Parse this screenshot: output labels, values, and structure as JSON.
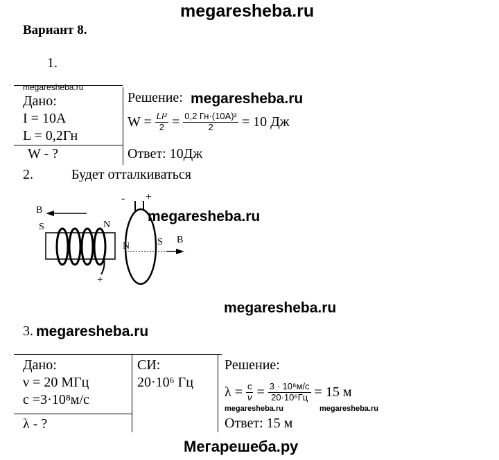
{
  "watermarks": {
    "top": "megaresheba.ru",
    "small": "megaresheba.ru",
    "solution1": "megaresheba.ru",
    "diagram": "megaresheba.ru",
    "middle": "megaresheba.ru",
    "task3": "megaresheba.ru",
    "small_bottom_left": "megaresheba.ru",
    "small_bottom_right": "megaresheba.ru",
    "footer": "Мегарешеба.ру"
  },
  "variant_title": "Вариант 8.",
  "task1": {
    "number": "1.",
    "given_label": "Дано:",
    "given": [
      "I = 10A",
      "L = 0,2Гн"
    ],
    "find": "W - ?",
    "solution_label": "Решение:",
    "formula": {
      "lhs": "W =",
      "f1_num": "LI²",
      "f1_den": "2",
      "eq": "=",
      "f2_num": "0,2 Гн·(10A)²",
      "f2_den": "2",
      "result": "= 10 Дж"
    },
    "answer": "Ответ: 10Дж"
  },
  "task2": {
    "number": "2.",
    "text": "Будет отталкиваться",
    "diagram_labels": {
      "b_left": "B",
      "s_left": "S",
      "n_coil": "N",
      "plus_bottom": "+",
      "minus_top": "-",
      "plus_top": "+",
      "n_ring": "N",
      "s_ring": "S",
      "b_right": "B"
    }
  },
  "task3": {
    "number": "3.",
    "given_label": "Дано:",
    "given": [
      "ν = 20 МГц",
      "c =3·10⁸м/с"
    ],
    "find": "λ - ?",
    "si_label": "СИ:",
    "si_value": "20·10⁶ Гц",
    "solution_label": "Решение:",
    "formula": {
      "lhs": "λ =",
      "f1_num": "c",
      "f1_den": "ν",
      "eq": "=",
      "f2_num": "3 · 10⁸м/с",
      "f2_den": "20·10⁶Гц",
      "result": "= 15 м"
    },
    "answer": "Ответ:  15 м"
  }
}
